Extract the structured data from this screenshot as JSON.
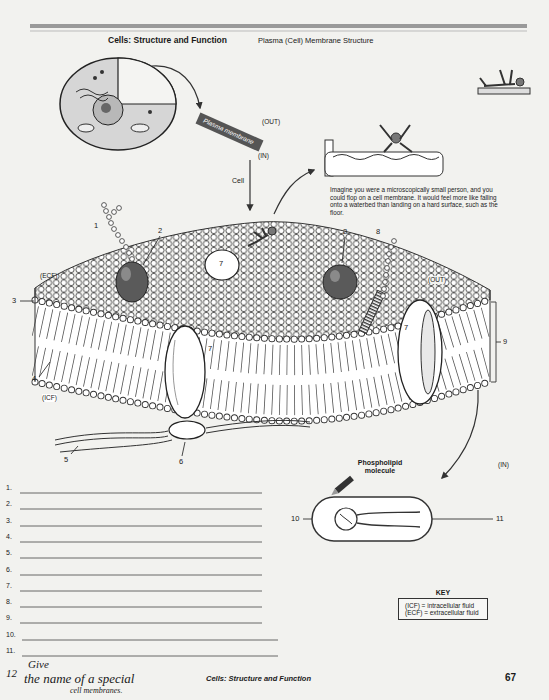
{
  "diagram": {
    "title": "Cells: Structure and Function",
    "nodes": [
      {
        "text": [
          "Plasma membrane"
        ]
      },
      {
        "text": [
          "KEY",
          "(ICF) = intracellular fluid",
          "(ECF) = extracellular fluid"
        ]
      }
    ],
    "labels": [
      "Plasma (Cell) Membrane Structure",
      "(OUT)",
      "(IN)",
      "Cell",
      "Imagine you were a microscopically small person, and you could flop on a cell membrane. It would feel more like falling onto a waterbed than landing on a hard surface, such as the floor.",
      "1",
      "2",
      "7",
      "2",
      "8",
      "(ECF)",
      "(OUT)",
      "3",
      "7",
      "9",
      "4",
      "7",
      "(ICF)",
      "5",
      "6",
      "Phospholipid molecule",
      "(IN)",
      "10",
      "11",
      "1.",
      "2.",
      "3.",
      "4.",
      "5.",
      "6.",
      "7.",
      "8.",
      "9.",
      "10.",
      "11.",
      "12",
      "Give",
      "the name of a special",
      "cell membranes.",
      "Cells: Structure and Function",
      "67"
    ]
  }
}
